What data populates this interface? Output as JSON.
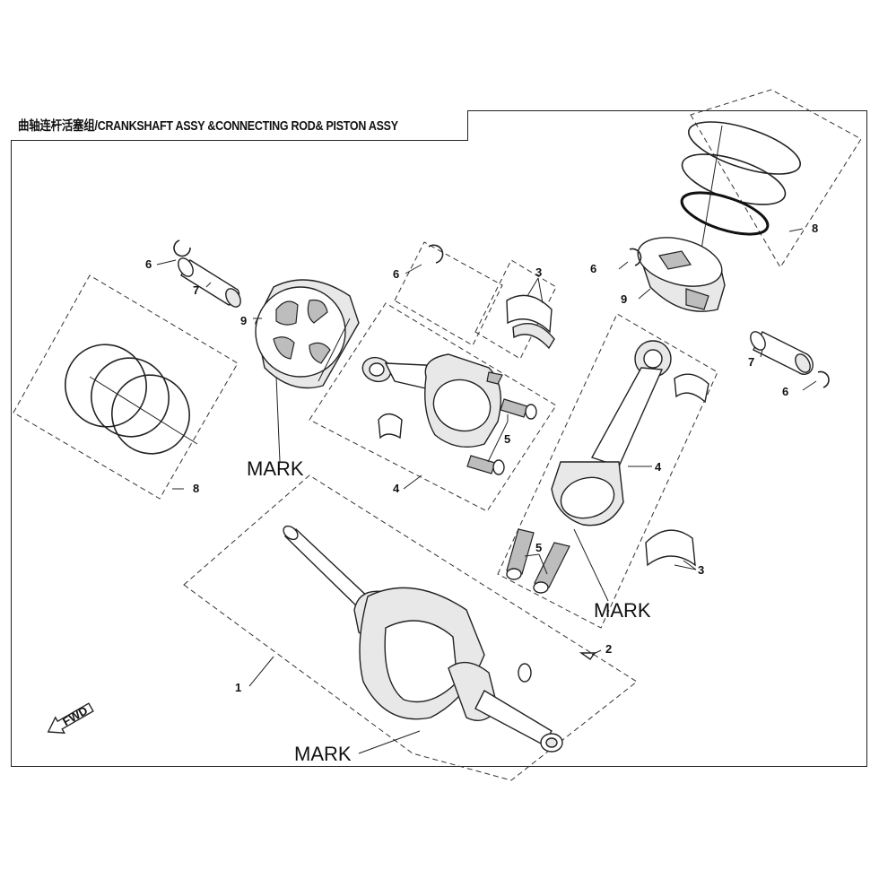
{
  "title": "曲轴连杆活塞组/CRANKSHAFT ASSY &CONNECTING ROD& PISTON ASSY",
  "callouts": {
    "c1": "1",
    "c2": "2",
    "c3a": "3",
    "c3b": "3",
    "c4a": "4",
    "c4b": "4",
    "c5a": "5",
    "c5b": "5",
    "c6a": "6",
    "c6b": "6",
    "c6c": "6",
    "c6d": "6",
    "c7a": "7",
    "c7b": "7",
    "c8a": "8",
    "c8b": "8",
    "c9a": "9",
    "c9b": "9"
  },
  "marks": {
    "m1": "MARK",
    "m2": "MARK",
    "m3": "MARK"
  },
  "fwd_label": "FWD"
}
